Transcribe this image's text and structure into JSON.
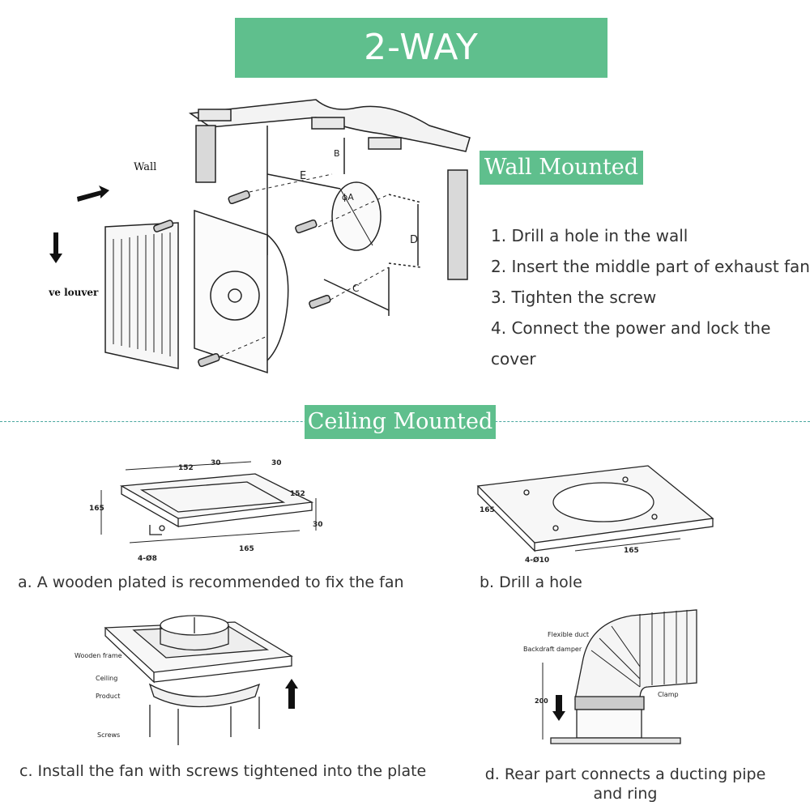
{
  "title": "2-WAY INSTALLATION",
  "wall_section": {
    "title": "Wall Mounted",
    "steps": [
      "1. Drill a hole in the wall",
      "2. Insert the middle part of exhaust fan",
      "3. Tighten the screw",
      "4. Connect the power and lock the cover"
    ],
    "diagram_labels": {
      "wall": "Wall",
      "remove_louver": "Remove louver",
      "dim_e": "E",
      "dim_b": "B",
      "dim_a": "ϕA",
      "dim_d": "D",
      "dim_c": "C"
    }
  },
  "ceiling_section": {
    "title": "Ceiling Mounted",
    "captions": {
      "a": "a. A wooden plated is recommended to fix the fan",
      "b": "b. Drill a hole",
      "c": "c. Install the fan with screws tightened into the plate",
      "d": "d. Rear part connects a ducting pipe and ring"
    },
    "fig_a_labels": {
      "w152": "152",
      "w30a": "30",
      "w30b": "30",
      "h152": "152",
      "h165": "165",
      "h30": "30",
      "w165": "165",
      "holes": "4-Ø8"
    },
    "fig_b_labels": {
      "h165": "165",
      "w165": "165",
      "holes": "4-Ø10"
    },
    "fig_c_labels": {
      "frame": "Wooden frame",
      "ceiling": "Ceiling",
      "product": "Product",
      "screws": "Screws"
    },
    "fig_d_labels": {
      "duct": "Flexible duct",
      "damper": "Backdraft damper",
      "clamp": "Clamp",
      "h200": "200"
    }
  },
  "colors": {
    "banner": "#5fbf8d",
    "divider": "#4aa7a0",
    "text": "#333333"
  }
}
